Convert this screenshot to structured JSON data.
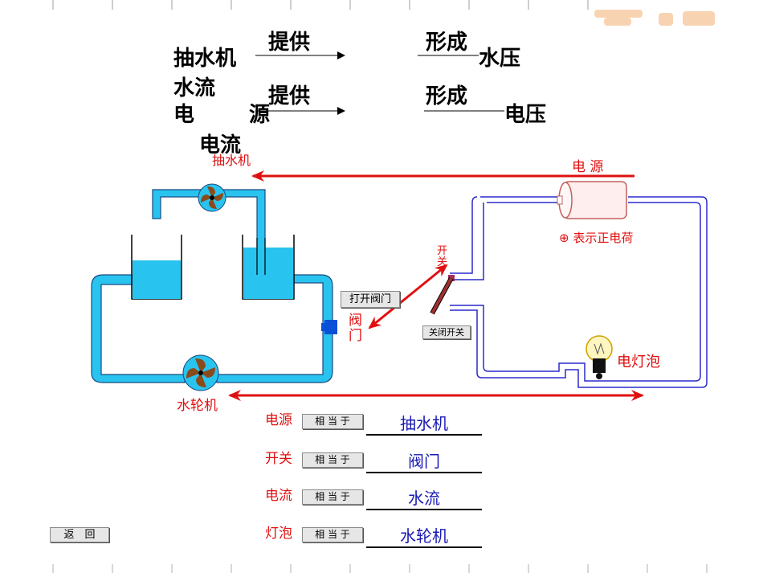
{
  "top": {
    "row1": {
      "source": "抽水机",
      "provide": "提供",
      "form": "形成",
      "result": "水压"
    },
    "row2": {
      "flow": "水流",
      "source_a": "电",
      "source_b": "源",
      "provide": "提供",
      "form": "形成",
      "result": "电压"
    },
    "current": "电流"
  },
  "diagram": {
    "pump_top_label": "抽水机",
    "power_label": "电 源",
    "charge_note": "⊕ 表示正电荷",
    "switch_label": "开\n关",
    "valve_label": "阀\n门",
    "bulb_label": "电灯泡",
    "turbine_label": "水轮机",
    "open_valve_button": "打开阀门",
    "close_switch_button": "关闭开关"
  },
  "equivalences": [
    {
      "term": "电源",
      "button": "相 当 于",
      "answer": "抽水机"
    },
    {
      "term": "开关",
      "button": "相 当 于",
      "answer": "阀门"
    },
    {
      "term": "电流",
      "button": "相 当 于",
      "answer": "水流"
    },
    {
      "term": "灯泡",
      "button": "相 当 于",
      "answer": "水轮机"
    }
  ],
  "back_button": "返　回",
  "colors": {
    "water": "#29c3ef",
    "pipe_outline": "#1a4a80",
    "circuit": "#2a2acc",
    "arrow": "#e01010",
    "answer": "#1a1ab4"
  }
}
